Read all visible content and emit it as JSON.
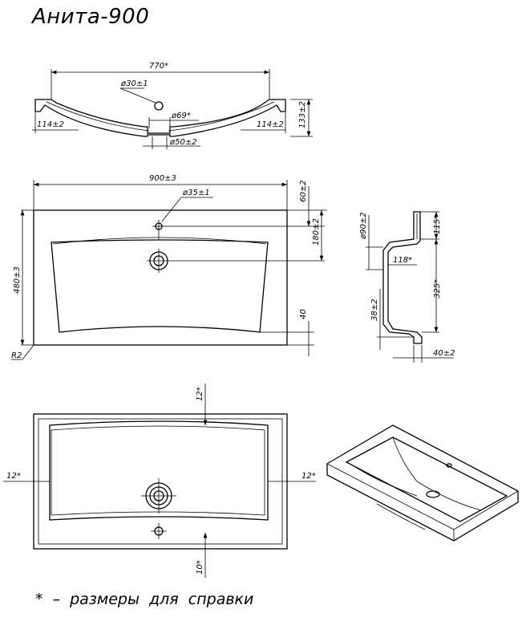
{
  "title": "Анита-900",
  "footnote": "* – размеры для справки",
  "views": {
    "front": {
      "overall_width": "770*",
      "faucet_hole": "ø30±1",
      "drain_top": "ø69*",
      "drain_bottom": "ø50±2",
      "side_left": "114±2",
      "side_right": "114±2",
      "height": "133±2"
    },
    "top": {
      "overall_width": "900±3",
      "faucet_hole": "ø35±1",
      "back_offset": "60±2",
      "drain_offset": "180±2",
      "depth": "480±3",
      "front_rim": "40",
      "corner_radius": "R2"
    },
    "side": {
      "drain_dia": "ø90±2",
      "top_height": "115*",
      "drain_depth": "118*",
      "bowl_height": "325*",
      "bottom_height": "38±2",
      "rim_width": "40±2"
    },
    "bottom": {
      "top_margin": "12*",
      "left_margin": "12*",
      "right_margin": "12*",
      "bottom_margin": "10*"
    }
  }
}
